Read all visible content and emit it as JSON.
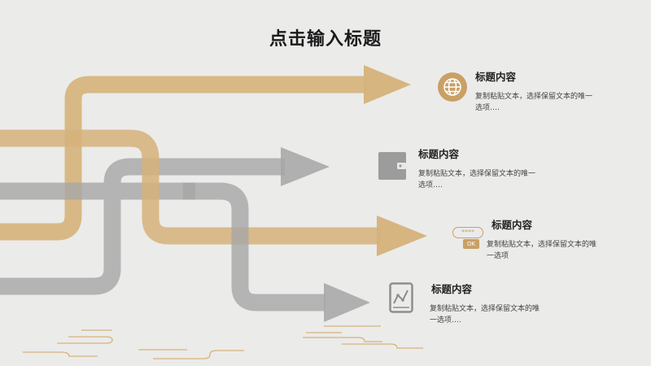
{
  "slide": {
    "title": "点击输入标题",
    "colors": {
      "gold": "#d6b27a",
      "gray": "#a6a6a6",
      "background": "#ebebea"
    },
    "items": [
      {
        "icon": "globe-icon",
        "color": "gold",
        "title": "标题内容",
        "desc": "复制粘贴文本，选择保留文本的唯一选项…."
      },
      {
        "icon": "wallet-icon",
        "color": "gray",
        "title": "标题内容",
        "desc": "复制粘贴文本，选择保留文本的唯一选项…."
      },
      {
        "icon": "password-icon",
        "color": "gold",
        "title": "标题内容",
        "desc": "复制粘贴文本，选择保留文本的唯一选项",
        "badge_stars": "****",
        "badge_ok": "OK"
      },
      {
        "icon": "tablet-chart-icon",
        "color": "gray",
        "title": "标题内容",
        "desc": "复制粘贴文本，选择保留文本的唯一选项…."
      }
    ]
  }
}
